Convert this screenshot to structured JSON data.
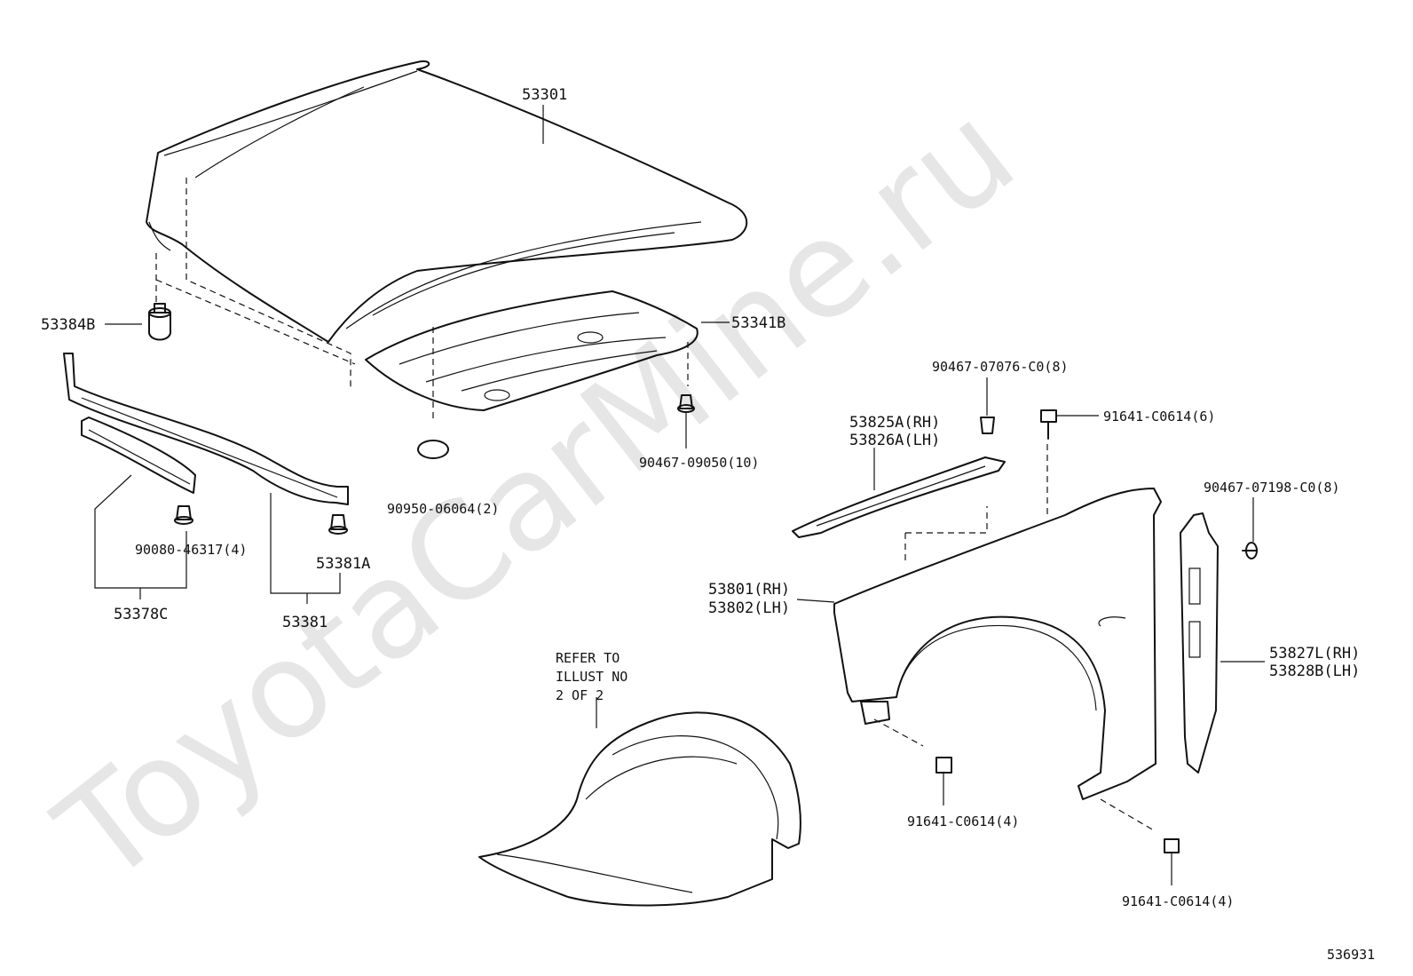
{
  "watermark": "ToyotaCarMine.ru",
  "figure_id": "536931",
  "labels": {
    "hood": "53301",
    "hood_insulator": "53341B",
    "hood_cushion": "53384B",
    "clip_90467_09050": "90467-09050(10)",
    "hole_plug": "90950-06064(2)",
    "seal_rear": "53378C",
    "clip_90080": "90080-46317(4)",
    "seal_front": "53381",
    "seal_front_a": "53381A",
    "clip_90467_07076": "90467-07076-C0(8)",
    "bolt_top": "91641-C0614(6)",
    "fender_seal_rh": "53825A(RH)",
    "fender_seal_lh": "53826A(LH)",
    "clip_90467_07198": "90467-07198-C0(8)",
    "fender_rh": "53801(RH)",
    "fender_lh": "53802(LH)",
    "fender_protector_rh": "53827L(RH)",
    "fender_protector_lh": "53828B(LH)",
    "refer_line1": "REFER TO",
    "refer_line2": "ILLUST NO",
    "refer_line3": "2 OF 2",
    "bolt_front": "91641-C0614(4)",
    "bolt_rear": "91641-C0614(4)"
  }
}
